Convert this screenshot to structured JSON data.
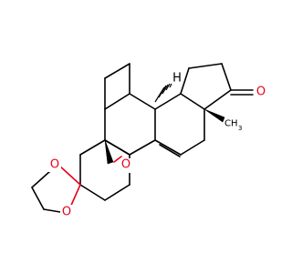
{
  "molecule": {
    "atom_labels": {
      "ketone_oxygen": "O",
      "epoxide_oxygen": "O",
      "dioxolane_oxygen_upper": "O",
      "dioxolane_oxygen_lower": "O",
      "stereo_hydrogen": "H",
      "methyl": "CH",
      "methyl_subscript": "3"
    },
    "colors": {
      "bond": "#000000",
      "oxygen": "#e8001c"
    }
  }
}
